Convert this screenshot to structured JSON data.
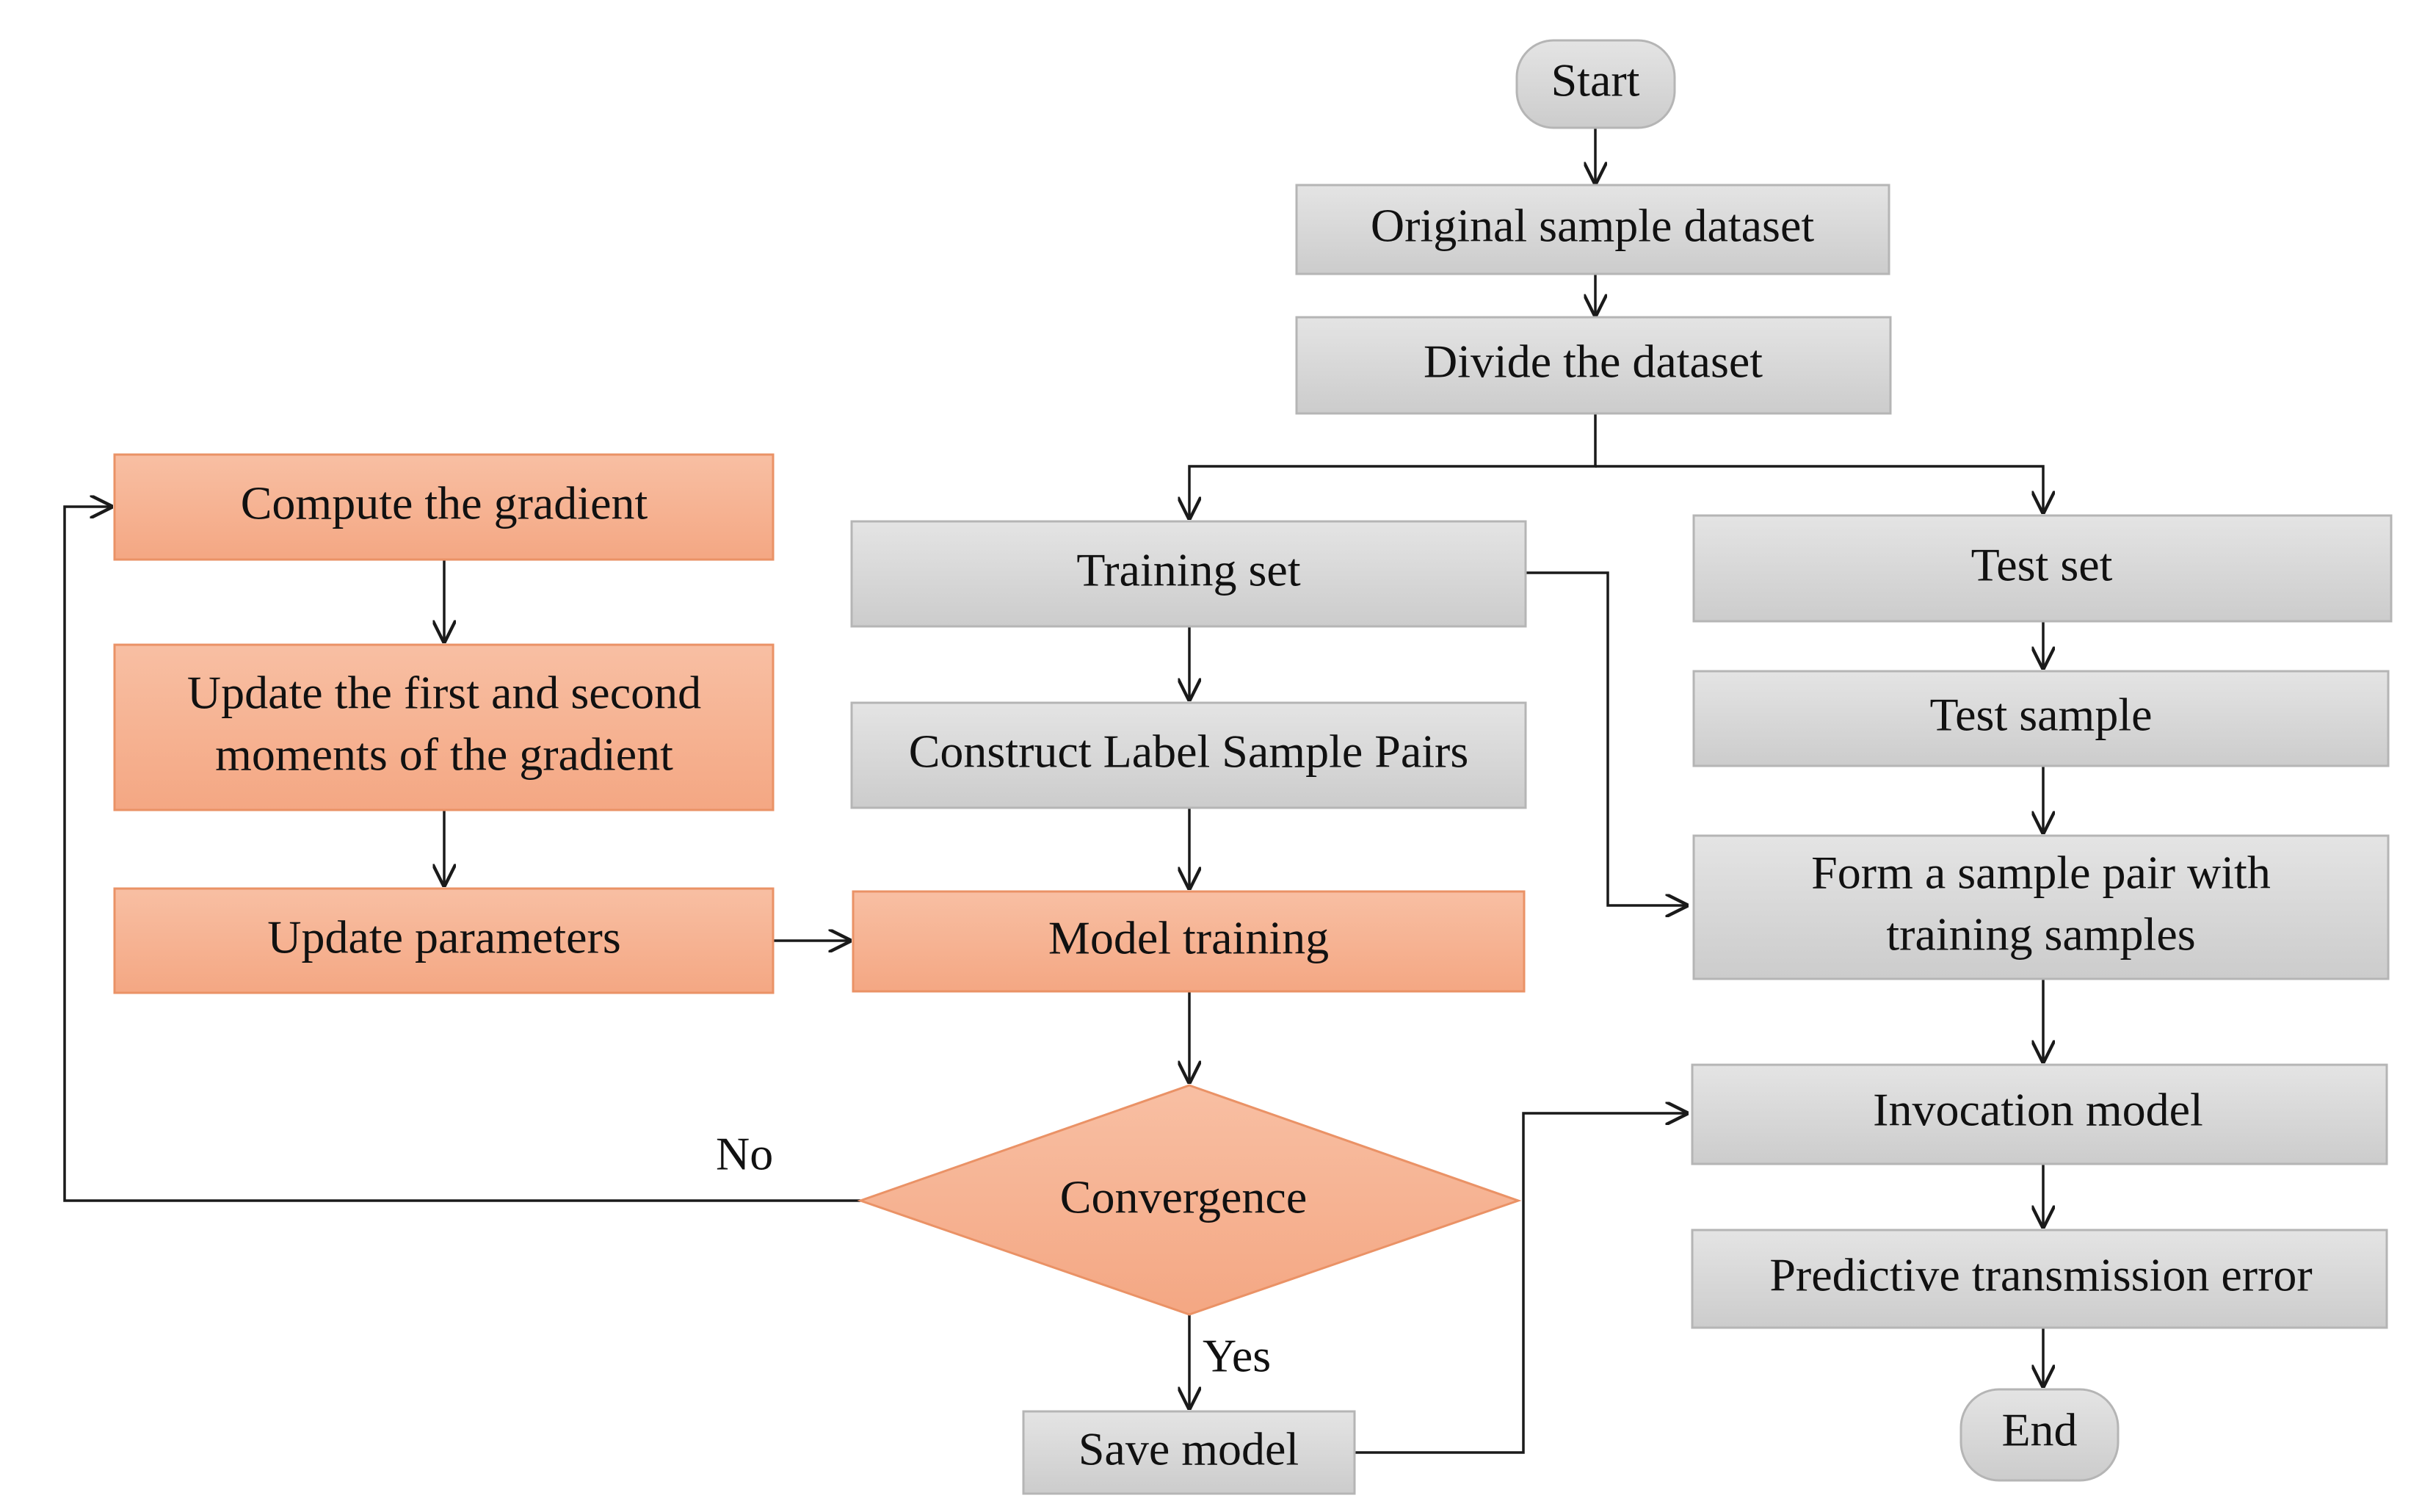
{
  "nodes": {
    "start": "Start",
    "original_dataset": "Original sample dataset",
    "divide_dataset": "Divide the dataset",
    "compute_gradient": "Compute the gradient",
    "update_moments_line1": "Update the first and second",
    "update_moments_line2": "moments of the gradient",
    "update_parameters": "Update parameters",
    "training_set": "Training set",
    "construct_pairs": "Construct Label Sample Pairs",
    "model_training": "Model training",
    "convergence": "Convergence",
    "save_model": "Save model",
    "test_set": "Test set",
    "test_sample": "Test sample",
    "form_pair_line1": "Form a sample pair with",
    "form_pair_line2": "training samples",
    "invocation_model": "Invocation model",
    "predictive_error": "Predictive transmission error",
    "end": "End"
  },
  "edge_labels": {
    "no": "No",
    "yes": "Yes"
  },
  "colors": {
    "gray_fill": "#d9d9d9",
    "gray_border": "#b5b5b5",
    "orange_fill": "#f6b394",
    "orange_border": "#ea9266",
    "line": "#1a1a1a"
  }
}
